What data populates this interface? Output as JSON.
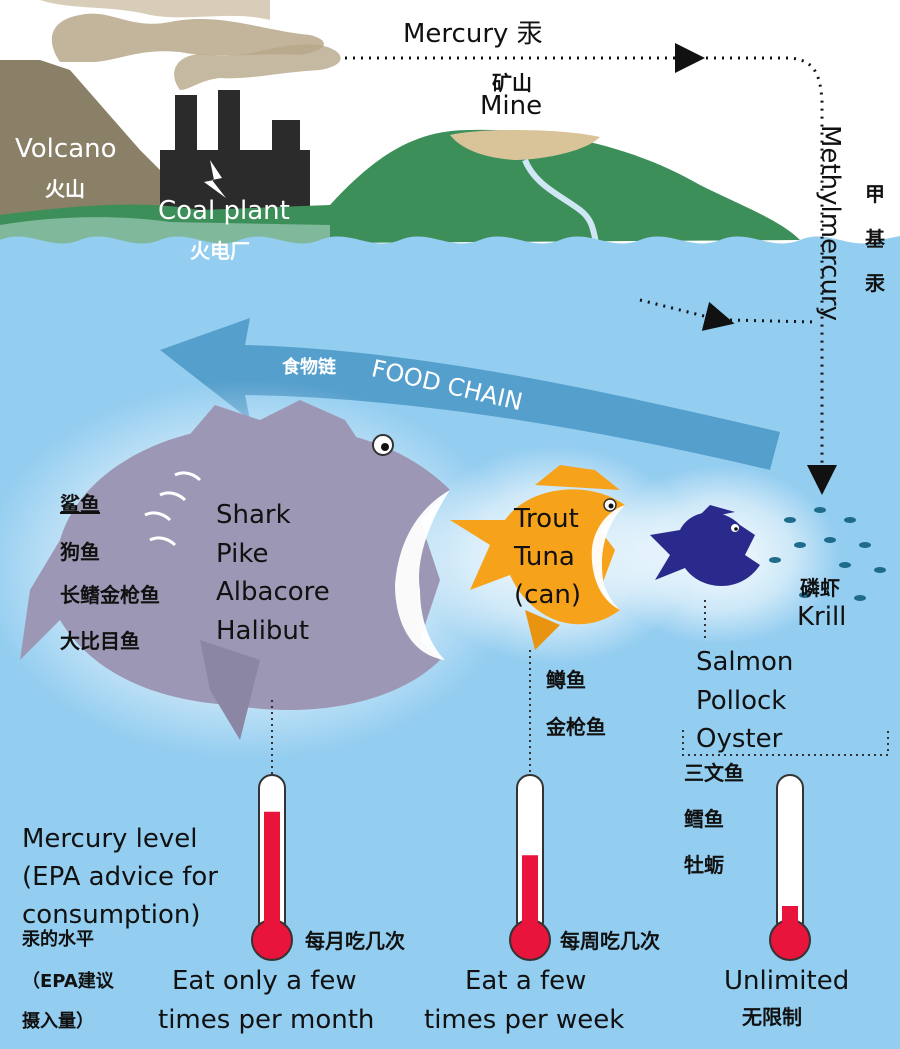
{
  "sources": {
    "volcano": {
      "en": "Volcano",
      "zh": "火山"
    },
    "coal_plant": {
      "en": "Coal plant",
      "zh": "火电厂"
    },
    "mine": {
      "zh": "矿山",
      "en": "Mine"
    }
  },
  "mercury_label": "Mercury 汞",
  "methylmercury": {
    "en": "Methylmercury",
    "zh": [
      "甲",
      "基",
      "汞"
    ]
  },
  "food_chain": {
    "zh": "食物链",
    "en": "FOOD CHAIN"
  },
  "big_fish": {
    "en": [
      "Shark",
      "Pike",
      "Albacore",
      "Halibut"
    ],
    "zh": [
      "鲨鱼",
      "狗鱼",
      "长鳍金枪鱼",
      "大比目鱼"
    ]
  },
  "medium_fish": {
    "en": [
      "Trout",
      "Tuna",
      "(can)"
    ],
    "zh": [
      "鳟鱼",
      "金枪鱼"
    ]
  },
  "small_fish": {
    "en": [
      "Salmon",
      "Pollock",
      "Oyster"
    ],
    "zh": [
      "三文鱼",
      "鳕鱼",
      "牡蛎"
    ]
  },
  "krill": {
    "zh": "磷虾",
    "en": "Krill"
  },
  "mercury_level": {
    "en": [
      "Mercury level",
      "(EPA advice for",
      "consumption)"
    ],
    "zh": [
      "汞的水平",
      "（EPA建议",
      "摄入量）"
    ]
  },
  "advice": [
    {
      "zh": "每月吃几次",
      "en": [
        "Eat only a few",
        "times per month"
      ],
      "level": 0.85
    },
    {
      "zh": "每周吃几次",
      "en": [
        "Eat a few",
        "times per week"
      ],
      "level": 0.55
    },
    {
      "zh": "无限制",
      "en": [
        "Unlimited"
      ],
      "level": 0.2
    }
  ],
  "colors": {
    "water": "#93cdf0",
    "sky": "#ffffff",
    "thermo_red": "#e8143c",
    "big_fish": "#9c97b4",
    "medium_fish": "#f6a21a",
    "small_fish": "#2a2a8c",
    "food_chain_arrow": "#4f9ac9"
  }
}
